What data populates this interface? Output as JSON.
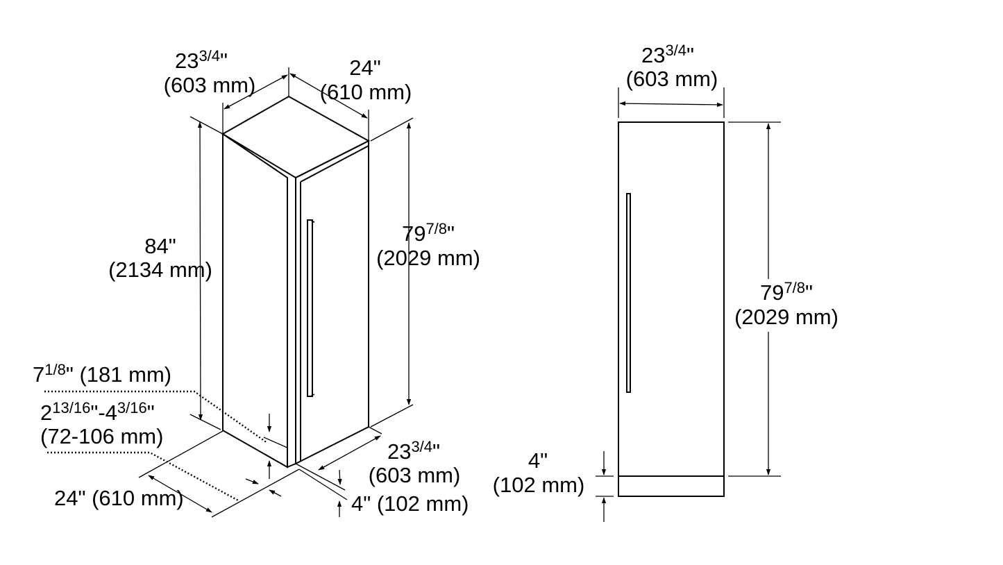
{
  "iso_view": {
    "top_width_whole": "23",
    "top_width_frac": "3/4",
    "top_width_in_suffix": "\"",
    "top_width_mm": "(603 mm)",
    "top_depth_in": "24\"",
    "top_depth_mm": "(610 mm)",
    "height_in": "84\"",
    "height_mm": "(2134 mm)",
    "door_height_whole": "79",
    "door_height_frac": "7/8",
    "door_height_in_suffix": "\"",
    "door_height_mm": "(2029 mm)",
    "toekick_whole": "7",
    "toekick_frac": "1/8",
    "toekick_rest": "\" (181 mm)",
    "adj_a_whole": "2",
    "adj_a_frac": "13/16",
    "adj_sep": "\"-4",
    "adj_b_frac": "3/16",
    "adj_suffix": "\"",
    "adj_mm": "(72-106 mm)",
    "base_depth": "24\" (610 mm)",
    "base_width_whole": "23",
    "base_width_frac": "3/4",
    "base_width_in_suffix": "\"",
    "base_width_mm": "(603 mm)",
    "grille_height": "4\" (102 mm)"
  },
  "front_view": {
    "width_whole": "23",
    "width_frac": "3/4",
    "width_in_suffix": "\"",
    "width_mm": "(603 mm)",
    "door_height_whole": "79",
    "door_height_frac": "7/8",
    "door_height_in_suffix": "\"",
    "door_height_mm": "(2029 mm)",
    "grille_in": "4\"",
    "grille_mm": "(102 mm)"
  }
}
